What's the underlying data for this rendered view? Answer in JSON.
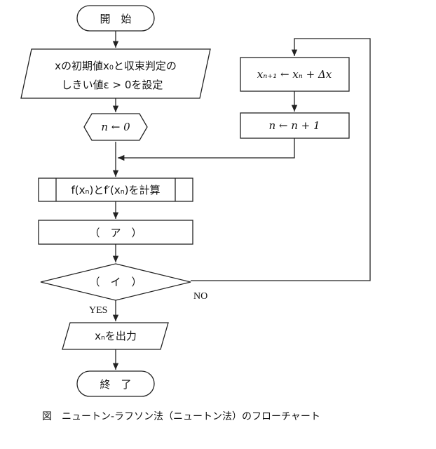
{
  "nodes": {
    "start": "開　始",
    "init_line1": "xの初期値x₀と収束判定の",
    "init_line2": "しきい値ε > 0を設定",
    "n_init": "n ← 0",
    "update_x": "xₙ₊₁ ← xₙ + Δx",
    "increment_n": "n ← n + 1",
    "compute": "f(xₙ)とf′(xₙ)を計算",
    "blank_a": "（　ア　）",
    "decision_i": "（　イ　）",
    "output": "xₙを出力",
    "end": "終　了"
  },
  "edge_labels": {
    "no": "NO",
    "yes": "YES"
  },
  "caption": "図　ニュートン-ラフソン法（ニュートン法）のフローチャート"
}
